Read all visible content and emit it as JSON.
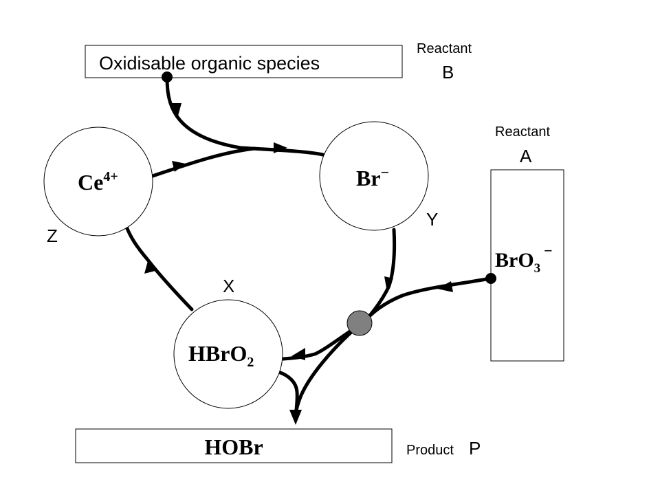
{
  "boxes": {
    "reactant_b": {
      "text": "Oxidisable organic species",
      "tag_word": "Reactant",
      "tag_letter": "B"
    },
    "reactant_a": {
      "tag_word": "Reactant",
      "tag_letter": "A",
      "species": "BrO",
      "subscript": "3",
      "superscript": "−"
    },
    "product_p": {
      "text": "HOBr",
      "tag_word": "Product",
      "tag_letter": "P"
    }
  },
  "nodes": {
    "ce": {
      "species": "Ce",
      "superscript": "4+",
      "variable": "Z"
    },
    "br": {
      "species": "Br",
      "superscript": "−",
      "variable": "Y"
    },
    "hbro2": {
      "species": "HBrO",
      "subscript": "2",
      "variable": "X"
    }
  },
  "colors": {
    "line": "#000000",
    "junction": "#808080",
    "background": "#ffffff"
  }
}
